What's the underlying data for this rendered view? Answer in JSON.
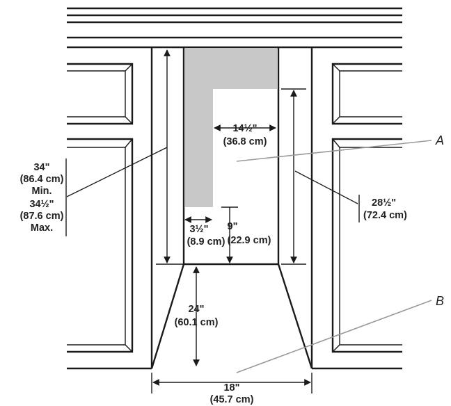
{
  "labels": {
    "height_min_max": [
      "34\"",
      "(86.4 cm)",
      "Min.",
      "34½\"",
      "(87.6 cm)",
      "Max."
    ],
    "opening_height": [
      "28½\"",
      "(72.4 cm)"
    ],
    "top_width": [
      "14½\"",
      "(36.8 cm)"
    ],
    "side_offset": [
      "3½\"",
      "(8.9 cm)"
    ],
    "top_offset": [
      "9\"",
      "(22.9 cm)"
    ],
    "depth": [
      "24\"",
      "(60.1 cm)"
    ],
    "bottom_width": [
      "18\"",
      "(45.7 cm)"
    ],
    "callout_a": "A",
    "callout_b": "B"
  },
  "colors": {
    "line": "#1a1a1a",
    "shaded_area": "#c8c8c8",
    "leader_gray": "#999999",
    "background": "#ffffff"
  }
}
